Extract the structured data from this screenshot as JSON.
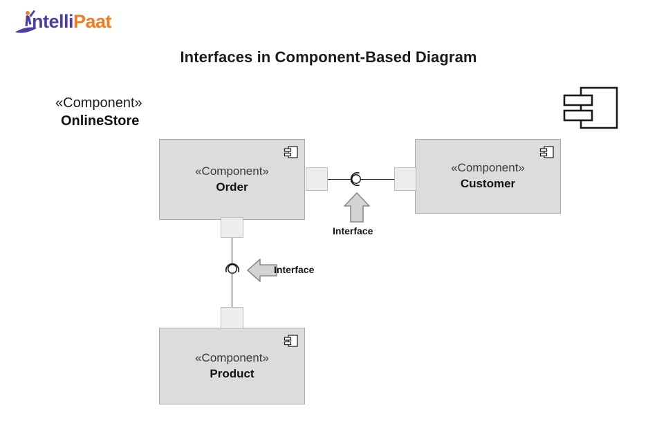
{
  "brand": {
    "name_part1": "ntelli",
    "name_part2": "Paat",
    "icon": "person-figure-icon",
    "color_primary": "#4b3fa7",
    "color_accent": "#f47b20"
  },
  "title": "Interfaces in Component-Based Diagram",
  "package": {
    "stereotype": "«Component»",
    "name": "OnlineStore"
  },
  "diagram": {
    "type": "uml-component-diagram",
    "background": "#ffffff",
    "component_fill": "#dcdcdc",
    "component_border": "#a9a9a9",
    "port_fill": "#ededed",
    "line_color": "#2b2b2b",
    "arrow_fill": "#d4d4d4",
    "arrow_stroke": "#8a8a8a",
    "components": [
      {
        "id": "order",
        "stereotype": "«Component»",
        "name": "Order",
        "icon": "component-icon"
      },
      {
        "id": "customer",
        "stereotype": "«Component»",
        "name": "Customer",
        "icon": "component-icon"
      },
      {
        "id": "product",
        "stereotype": "«Component»",
        "name": "Product",
        "icon": "component-icon"
      }
    ],
    "interfaces": [
      {
        "id": "order-customer",
        "label": "Interface",
        "symbol": "ball-and-socket-icon",
        "between": [
          "order",
          "customer"
        ],
        "orientation": "horizontal"
      },
      {
        "id": "order-product",
        "label": "Interface",
        "symbol": "ball-and-socket-icon",
        "between": [
          "order",
          "product"
        ],
        "orientation": "vertical"
      }
    ],
    "legend": {
      "icon": "component-symbol-icon"
    }
  }
}
